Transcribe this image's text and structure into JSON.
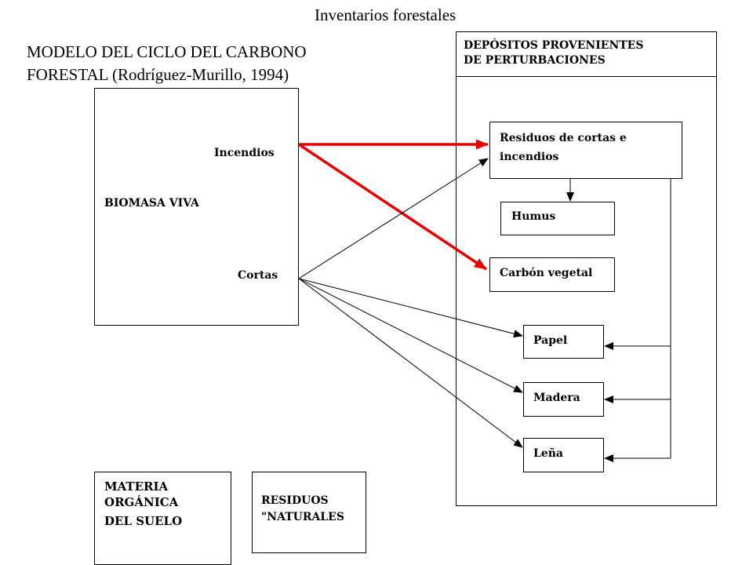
{
  "header": {
    "title": "Inventarios forestales"
  },
  "diagram": {
    "title_line1": "MODELO DEL CICLO DEL CARBONO",
    "title_line2": "FORESTAL (Rodríguez-Murillo, 1994)"
  },
  "biomasa": {
    "label": "BIOMASA VIVA",
    "incendios": "Incendios",
    "cortas": "Cortas"
  },
  "depositos": {
    "title_line1": "DEPÓSITOS PROVENIENTES",
    "title_line2": "DE PERTURBACIONES",
    "residuos_line1": "Residuos de cortas e",
    "residuos_line2": "incendios",
    "humus": "Humus",
    "carbon": "Carbón vegetal",
    "papel": "Papel",
    "madera": "Madera",
    "lena": "Leña"
  },
  "materia": {
    "line1": "MATERIA",
    "line2": "ORGÁNICA",
    "line3": "DEL SUELO"
  },
  "residuos_naturales": {
    "line1": "RESIDUOS",
    "line2": "\"NATURALES"
  },
  "colors": {
    "fire_arrow": "#e60000",
    "line": "#000000"
  }
}
